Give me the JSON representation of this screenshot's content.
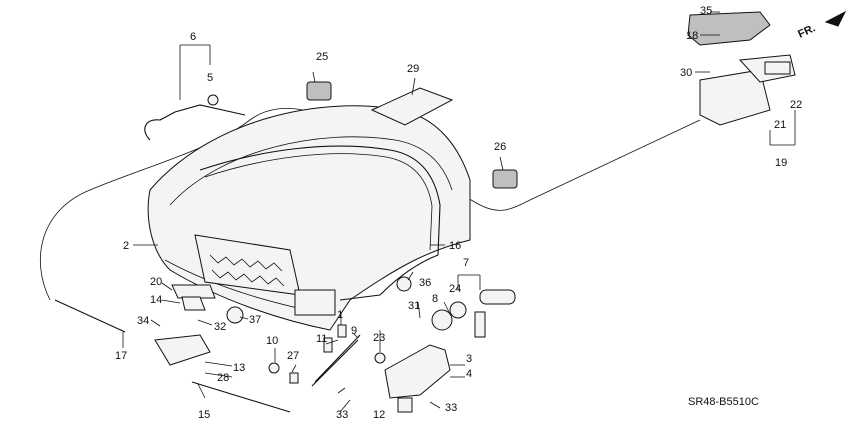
{
  "diagram": {
    "code": "SR48-B5510C",
    "direction_label": "FR.",
    "callouts": [
      "1",
      "2",
      "3",
      "4",
      "5",
      "6",
      "7",
      "8",
      "9",
      "10",
      "11",
      "12",
      "13",
      "14",
      "15",
      "16",
      "17",
      "18",
      "19",
      "20",
      "21",
      "22",
      "23",
      "24",
      "25",
      "26",
      "27",
      "28",
      "29",
      "30",
      "31",
      "32",
      "33",
      "33",
      "34",
      "35",
      "36",
      "37"
    ]
  }
}
